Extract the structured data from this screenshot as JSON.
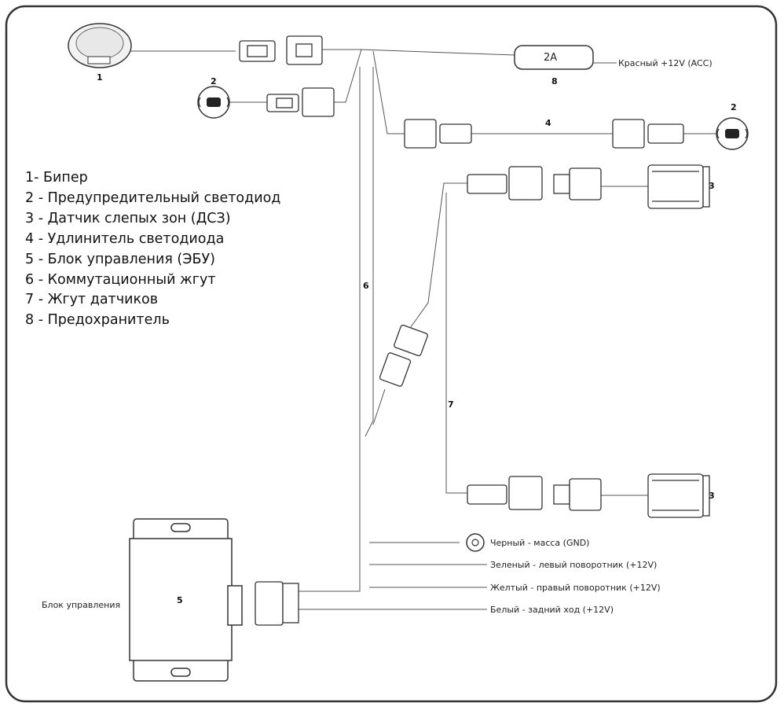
{
  "legend": [
    "1- Бипер",
    "2 - Предупредительный светодиод",
    "3 - Датчик слепых зон (ДСЗ)",
    "4 - Удлинитель светодиода",
    "5 - Блок управления (ЭБУ)",
    "6 - Коммутационный жгут",
    "7 - Жгут датчиков",
    "8 - Предохранитель"
  ],
  "callouts": {
    "beeper": "1",
    "led_top": "2",
    "led_right": "2",
    "led_ext": "4",
    "fuse": "8",
    "harness": "6",
    "sensor_harness": "7",
    "sensor_top": "3",
    "sensor_bottom": "3",
    "ecu": "5"
  },
  "fuse_rating": "2A",
  "power_label": "Красный +12V (ACC)",
  "ecu_label": "Блок управления",
  "wires": {
    "black": "Черный - масса (GND)",
    "green": "Зеленый - левый поворотник (+12V)",
    "yellow": "Желтый - правый поворотник (+12V)",
    "white": "Белый - задний ход (+12V)"
  }
}
